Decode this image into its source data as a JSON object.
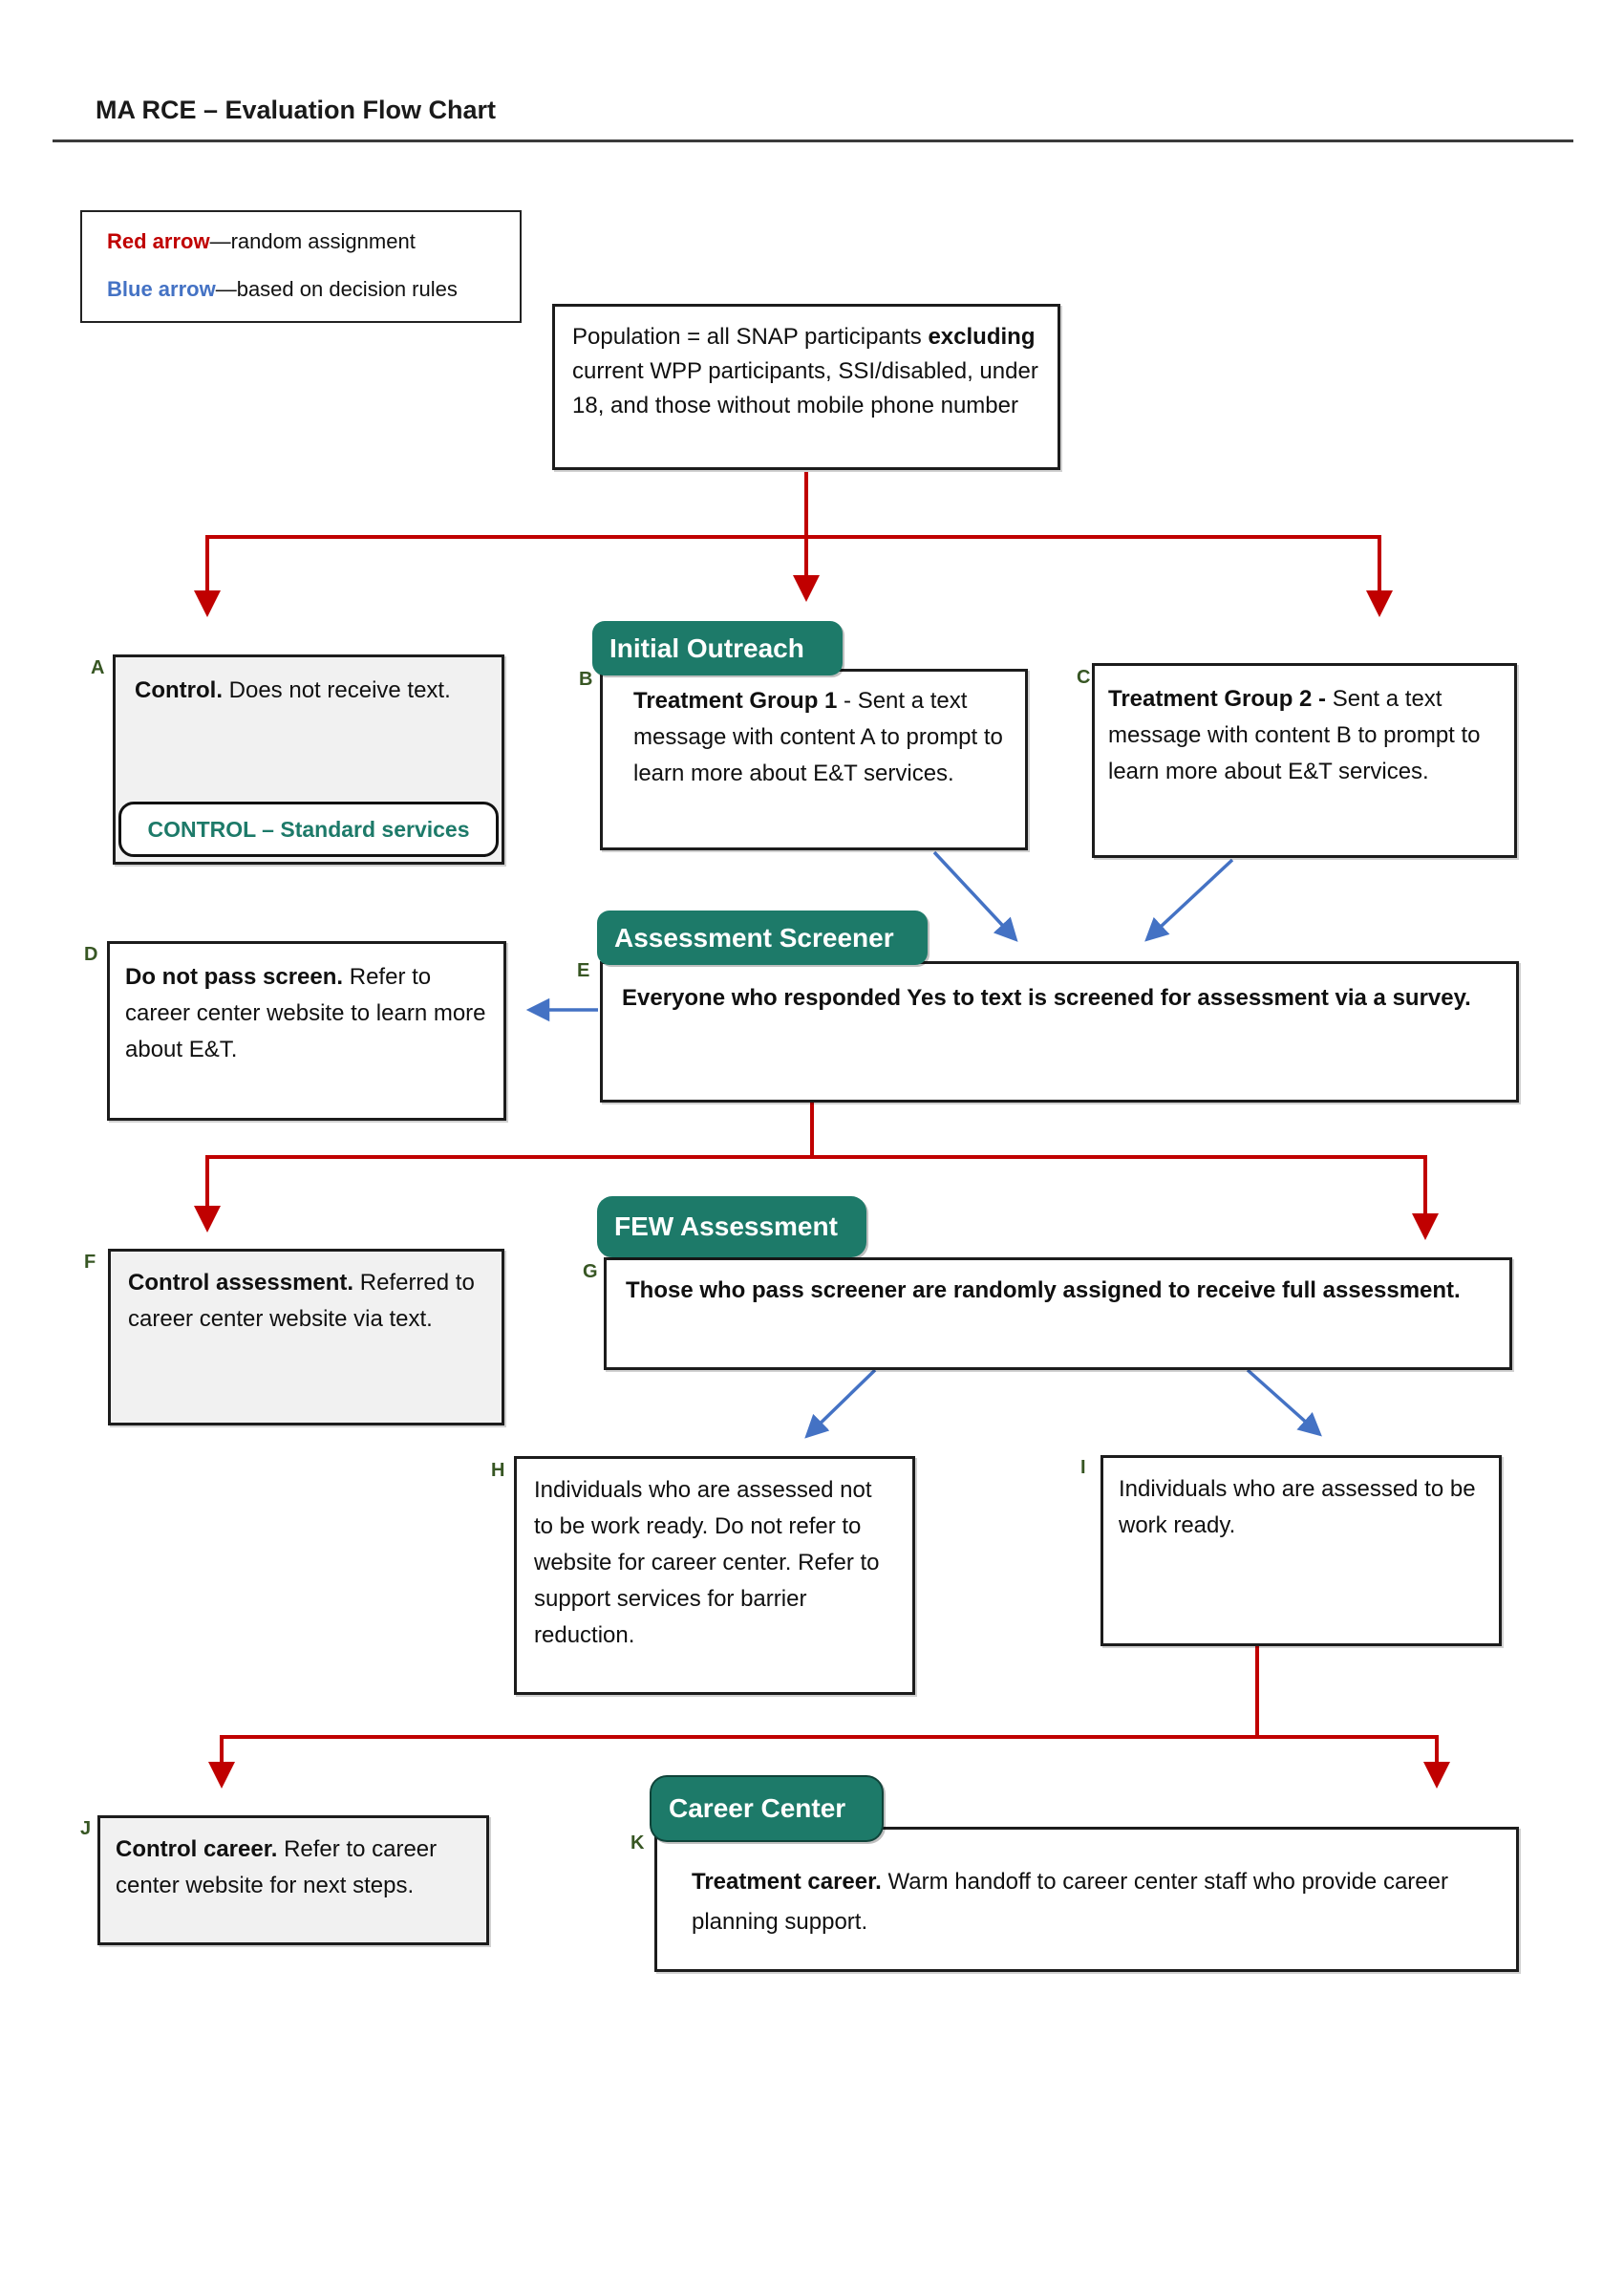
{
  "page": {
    "title": "MA RCE – Evaluation Flow Chart"
  },
  "legend": {
    "red_label": "Red arrow",
    "red_desc": "—random assignment",
    "blue_label": "Blue arrow",
    "blue_desc": "—based on decision rules"
  },
  "colors": {
    "arrow_red": "#C00000",
    "arrow_blue": "#4472C4",
    "stage_teal": "#1D7A69",
    "label_green": "#375623",
    "box_gray_fill": "#F1F1F1"
  },
  "population": {
    "pre": "Population = all SNAP participants ",
    "bold": "excluding",
    "post": " current WPP participants, SSI/disabled, under 18, and those without mobile phone number"
  },
  "stages": {
    "initial_outreach": "Initial Outreach",
    "assessment_screener": "Assessment Screener",
    "few_assessment": "FEW Assessment",
    "career_center": "Career Center"
  },
  "boxes": {
    "A": {
      "label": "A",
      "bold": "Control.",
      "text": " Does not receive text.",
      "pill": "CONTROL – Standard services"
    },
    "B": {
      "label": "B",
      "bold": "Treatment Group 1",
      "text": " - Sent a text message with content A to prompt to learn more about E&T services."
    },
    "C": {
      "label": "C",
      "bold": "Treatment Group 2 -",
      "text": " Sent a text message with content B to prompt to learn more about E&T services."
    },
    "D": {
      "label": "D",
      "bold": "Do not pass screen.",
      "text": " Refer to career center website to learn more about E&T."
    },
    "E": {
      "label": "E",
      "bold": "Everyone who responded Yes to text is screened for assessment via a survey.",
      "text": ""
    },
    "F": {
      "label": "F",
      "bold": "Control assessment.",
      "text": " Referred to career center website via text."
    },
    "G": {
      "label": "G",
      "bold": "Those who pass screener are randomly assigned to receive full assessment.",
      "text": ""
    },
    "H": {
      "label": "H",
      "bold": "",
      "text": "Individuals who are assessed not to be work ready. Do not refer to website for career center. Refer to support services for barrier reduction."
    },
    "I": {
      "label": "I",
      "bold": "",
      "text": "Individuals who are assessed to be work ready."
    },
    "J": {
      "label": "J",
      "bold": "Control career.",
      "text": " Refer to career center website for next steps."
    },
    "K": {
      "label": "K",
      "bold": "Treatment career.",
      "text": " Warm handoff to career center staff who provide career planning support."
    }
  }
}
